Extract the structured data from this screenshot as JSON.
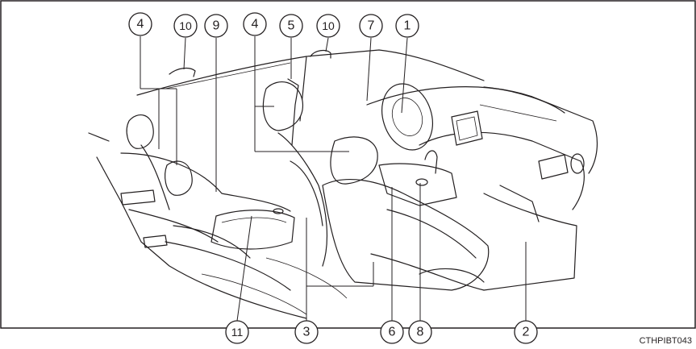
{
  "callouts": {
    "c1": "1",
    "c2": "2",
    "c3": "3",
    "c4a": "4",
    "c4b": "4",
    "c5": "5",
    "c6": "6",
    "c7": "7",
    "c8": "8",
    "c9": "9",
    "c10a": "10",
    "c10b": "10",
    "c11": "11"
  },
  "figure_code": "CTHPIBT043"
}
